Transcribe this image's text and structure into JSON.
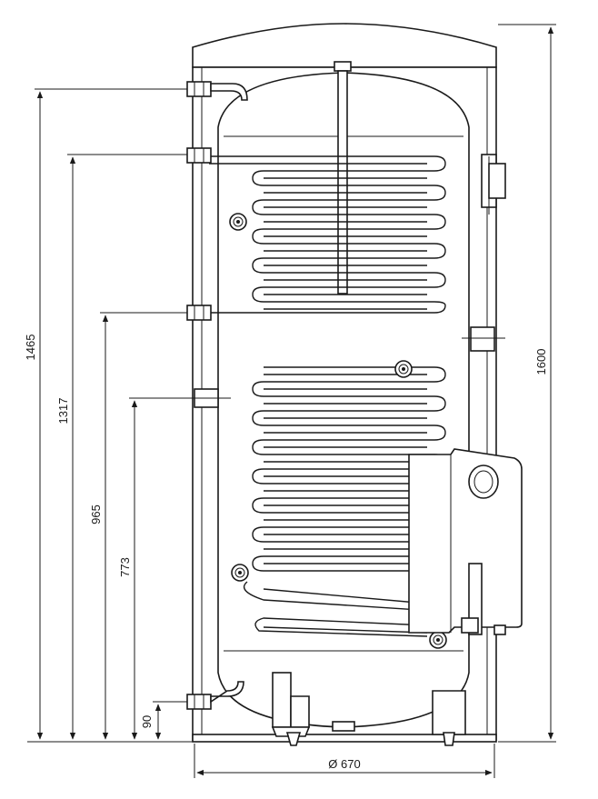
{
  "dimensions": {
    "height_1465": "1465",
    "height_1317": "1317",
    "height_965": "965",
    "height_773": "773",
    "height_90": "90",
    "height_total": "1600",
    "diameter": "Ø 670"
  }
}
